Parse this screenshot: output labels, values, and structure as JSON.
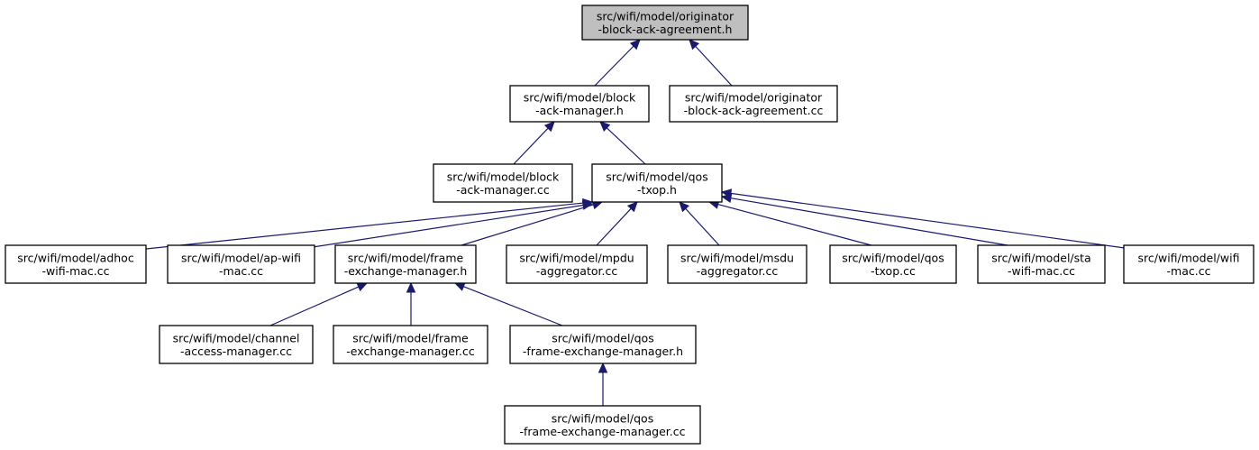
{
  "graph": {
    "colors": {
      "edge": "#191970",
      "root_fill": "#bfbfbf",
      "node_fill": "#ffffff",
      "border": "#000000"
    },
    "nodes": [
      {
        "id": "oba_h",
        "lines": [
          "src/wifi/model/originator",
          "-block-ack-agreement.h"
        ],
        "root": true
      },
      {
        "id": "bam_h",
        "lines": [
          "src/wifi/model/block",
          "-ack-manager.h"
        ]
      },
      {
        "id": "oba_cc",
        "lines": [
          "src/wifi/model/originator",
          "-block-ack-agreement.cc"
        ]
      },
      {
        "id": "bam_cc",
        "lines": [
          "src/wifi/model/block",
          "-ack-manager.cc"
        ]
      },
      {
        "id": "qos_h",
        "lines": [
          "src/wifi/model/qos",
          "-txop.h"
        ]
      },
      {
        "id": "adhoc",
        "lines": [
          "src/wifi/model/adhoc",
          "-wifi-mac.cc"
        ]
      },
      {
        "id": "ap",
        "lines": [
          "src/wifi/model/ap-wifi",
          "-mac.cc"
        ]
      },
      {
        "id": "fem_h",
        "lines": [
          "src/wifi/model/frame",
          "-exchange-manager.h"
        ]
      },
      {
        "id": "mpdu",
        "lines": [
          "src/wifi/model/mpdu",
          "-aggregator.cc"
        ]
      },
      {
        "id": "msdu",
        "lines": [
          "src/wifi/model/msdu",
          "-aggregator.cc"
        ]
      },
      {
        "id": "qos_cc",
        "lines": [
          "src/wifi/model/qos",
          "-txop.cc"
        ]
      },
      {
        "id": "sta",
        "lines": [
          "src/wifi/model/sta",
          "-wifi-mac.cc"
        ]
      },
      {
        "id": "wifimac",
        "lines": [
          "src/wifi/model/wifi",
          "-mac.cc"
        ]
      },
      {
        "id": "cam",
        "lines": [
          "src/wifi/model/channel",
          "-access-manager.cc"
        ]
      },
      {
        "id": "fem_cc",
        "lines": [
          "src/wifi/model/frame",
          "-exchange-manager.cc"
        ]
      },
      {
        "id": "qfem_h",
        "lines": [
          "src/wifi/model/qos",
          "-frame-exchange-manager.h"
        ]
      },
      {
        "id": "qfem_cc",
        "lines": [
          "src/wifi/model/qos",
          "-frame-exchange-manager.cc"
        ]
      }
    ],
    "edges": [
      {
        "from": "bam_h",
        "to": "oba_h"
      },
      {
        "from": "oba_cc",
        "to": "oba_h"
      },
      {
        "from": "bam_cc",
        "to": "bam_h"
      },
      {
        "from": "qos_h",
        "to": "bam_h"
      },
      {
        "from": "adhoc",
        "to": "qos_h"
      },
      {
        "from": "ap",
        "to": "qos_h"
      },
      {
        "from": "fem_h",
        "to": "qos_h"
      },
      {
        "from": "mpdu",
        "to": "qos_h"
      },
      {
        "from": "msdu",
        "to": "qos_h"
      },
      {
        "from": "qos_cc",
        "to": "qos_h"
      },
      {
        "from": "sta",
        "to": "qos_h"
      },
      {
        "from": "wifimac",
        "to": "qos_h"
      },
      {
        "from": "cam",
        "to": "fem_h"
      },
      {
        "from": "fem_cc",
        "to": "fem_h"
      },
      {
        "from": "qfem_h",
        "to": "fem_h"
      },
      {
        "from": "qfem_cc",
        "to": "qfem_h"
      }
    ]
  }
}
